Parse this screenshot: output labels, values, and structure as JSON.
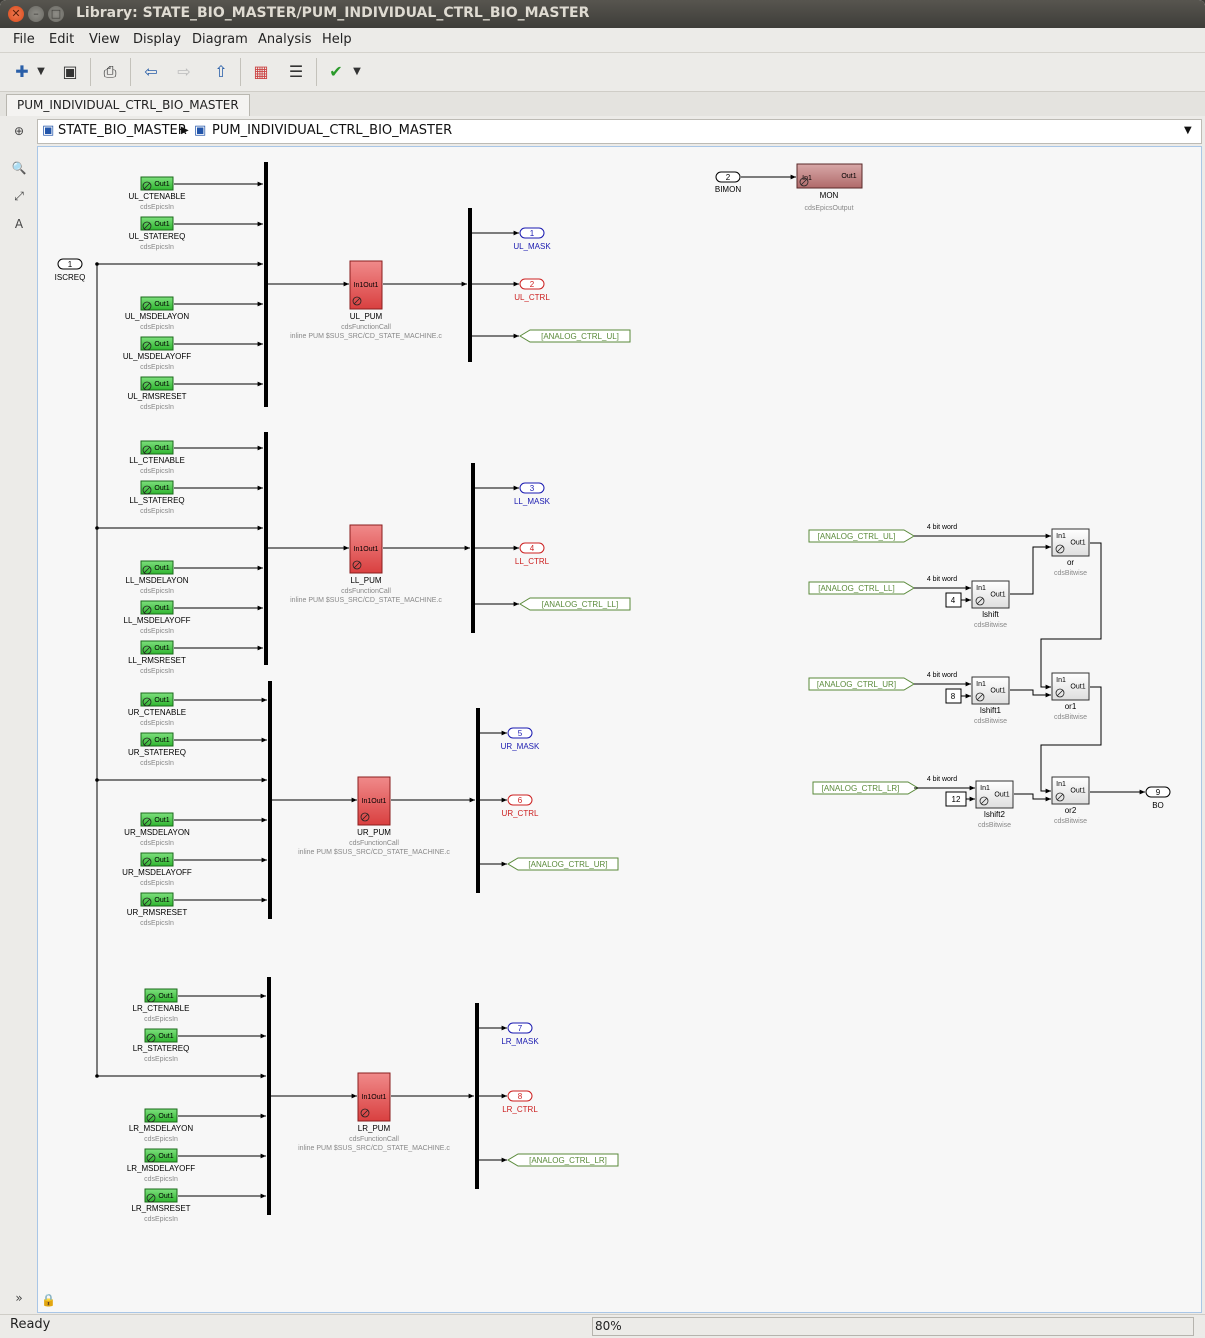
{
  "window": {
    "title": "Library: STATE_BIO_MASTER/PUM_INDIVIDUAL_CTRL_BIO_MASTER"
  },
  "menu": [
    "File",
    "Edit",
    "View",
    "Display",
    "Diagram",
    "Analysis",
    "Help"
  ],
  "tab": "PUM_INDIVIDUAL_CTRL_BIO_MASTER",
  "breadcrumb": {
    "parent": "STATE_BIO_MASTER",
    "current": "PUM_INDIVIDUAL_CTRL_BIO_MASTER"
  },
  "status": {
    "text": "Ready",
    "zoom": "80%"
  },
  "diagram": {
    "epics_out_label": "Out1",
    "epics_in_lib": "cdsEpicsIn",
    "pum_port_label": "In1Out1",
    "func_lib": "cdsFunctionCall",
    "func_desc": "inline PUM $SUS_SRC/CD_STATE_MACHINE.c",
    "input_port": {
      "num": "1",
      "name": "ISCREQ"
    },
    "groups": [
      {
        "inputs": [
          "UL_CTENABLE",
          "UL_STATEREQ",
          "UL_MSDELAYON",
          "UL_MSDELAYOFF",
          "UL_RMSRESET"
        ],
        "pum": "UL_PUM",
        "mask": {
          "num": "1",
          "name": "UL_MASK"
        },
        "ctrl": {
          "num": "2",
          "name": "UL_CTRL"
        },
        "goto": "[ANALOG_CTRL_UL]"
      },
      {
        "inputs": [
          "LL_CTENABLE",
          "LL_STATEREQ",
          "LL_MSDELAYON",
          "LL_MSDELAYOFF",
          "LL_RMSRESET"
        ],
        "pum": "LL_PUM",
        "mask": {
          "num": "3",
          "name": "LL_MASK"
        },
        "ctrl": {
          "num": "4",
          "name": "LL_CTRL"
        },
        "goto": "[ANALOG_CTRL_LL]"
      },
      {
        "inputs": [
          "UR_CTENABLE",
          "UR_STATEREQ",
          "UR_MSDELAYON",
          "UR_MSDELAYOFF",
          "UR_RMSRESET"
        ],
        "pum": "UR_PUM",
        "mask": {
          "num": "5",
          "name": "UR_MASK"
        },
        "ctrl": {
          "num": "6",
          "name": "UR_CTRL"
        },
        "goto": "[ANALOG_CTRL_UR]"
      },
      {
        "inputs": [
          "LR_CTENABLE",
          "LR_STATEREQ",
          "LR_MSDELAYON",
          "LR_MSDELAYOFF",
          "LR_RMSRESET"
        ],
        "pum": "LR_PUM",
        "mask": {
          "num": "7",
          "name": "LR_MASK"
        },
        "ctrl": {
          "num": "8",
          "name": "LR_CTRL"
        },
        "goto": "[ANALOG_CTRL_LR]"
      }
    ],
    "bimon": {
      "num": "2",
      "name": "BIMON",
      "block": "MON",
      "block_port_in": "In1",
      "block_port_out": "Out1",
      "lib": "cdsEpicsOutput"
    },
    "bitwise": {
      "froms": [
        "[ANALOG_CTRL_UL]",
        "[ANALOG_CTRL_LL]",
        "[ANALOG_CTRL_UR]",
        "[ANALOG_CTRL_LR]"
      ],
      "word_label": "4 bit word",
      "consts": [
        "4",
        "8",
        "12"
      ],
      "shifts": [
        "lshift",
        "lshift1",
        "lshift2"
      ],
      "ors": [
        "or",
        "or1",
        "or2"
      ],
      "lib": "cdsBitwise",
      "port_in": "In1",
      "port_out": "Out1",
      "out": {
        "num": "9",
        "name": "BO"
      }
    }
  },
  "colors": {
    "green_block": "#44cc44",
    "red_block": "#e05050",
    "mask_blue": "#1a1ab0",
    "ctrl_red": "#cc2020",
    "goto_green": "#5a8a3a"
  }
}
